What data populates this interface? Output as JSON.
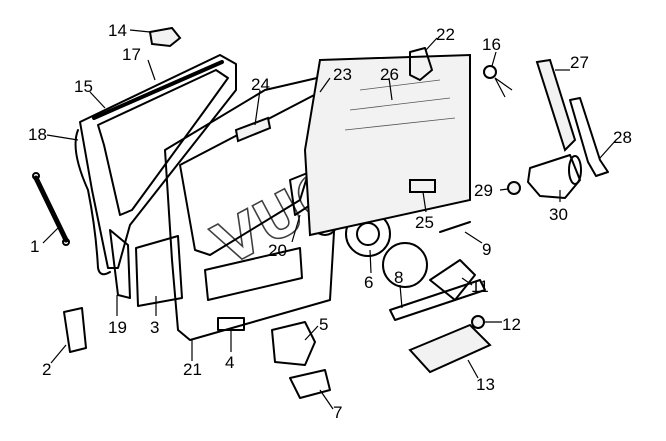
{
  "diagram": {
    "callouts": [
      {
        "id": "c1",
        "label": "1"
      },
      {
        "id": "c2",
        "label": "2"
      },
      {
        "id": "c3",
        "label": "3"
      },
      {
        "id": "c4",
        "label": "4"
      },
      {
        "id": "c5",
        "label": "5"
      },
      {
        "id": "c6",
        "label": "6"
      },
      {
        "id": "c7",
        "label": "7"
      },
      {
        "id": "c8",
        "label": "8"
      },
      {
        "id": "c9",
        "label": "9"
      },
      {
        "id": "c11",
        "label": "11"
      },
      {
        "id": "c12",
        "label": "12"
      },
      {
        "id": "c13",
        "label": "13"
      },
      {
        "id": "c14",
        "label": "14"
      },
      {
        "id": "c15",
        "label": "15"
      },
      {
        "id": "c16",
        "label": "16"
      },
      {
        "id": "c17",
        "label": "17"
      },
      {
        "id": "c18",
        "label": "18"
      },
      {
        "id": "c19",
        "label": "19"
      },
      {
        "id": "c20",
        "label": "20"
      },
      {
        "id": "c21",
        "label": "21"
      },
      {
        "id": "c22",
        "label": "22"
      },
      {
        "id": "c23",
        "label": "23"
      },
      {
        "id": "c24",
        "label": "24"
      },
      {
        "id": "c25",
        "label": "25"
      },
      {
        "id": "c26",
        "label": "26"
      },
      {
        "id": "c27",
        "label": "27"
      },
      {
        "id": "c28",
        "label": "28"
      },
      {
        "id": "c29",
        "label": "29"
      },
      {
        "id": "c30",
        "label": "30"
      }
    ],
    "watermark": "VUOS"
  }
}
